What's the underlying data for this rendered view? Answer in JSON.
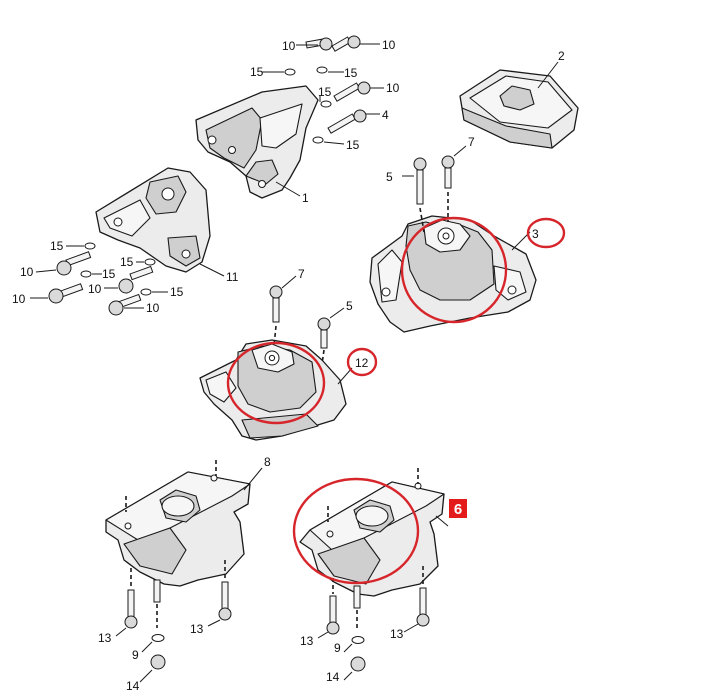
{
  "callouts": {
    "c1": "1",
    "c2": "2",
    "c3": "3",
    "c4": "4",
    "c5a": "5",
    "c5b": "5",
    "c6": "6",
    "c7a": "7",
    "c7b": "7",
    "c8": "8",
    "c9a": "9",
    "c9b": "9",
    "c10a": "10",
    "c10b": "10",
    "c10c": "10",
    "c10d": "10",
    "c10e": "10",
    "c10f": "10",
    "c10g": "10",
    "c11": "11",
    "c12": "12",
    "c13a": "13",
    "c13b": "13",
    "c13c": "13",
    "c13d": "13",
    "c14a": "14",
    "c14b": "14",
    "c15a": "15",
    "c15b": "15",
    "c15c": "15",
    "c15d": "15",
    "c15e": "15",
    "c15f": "15",
    "c15g": "15",
    "c15h": "15"
  },
  "colors": {
    "highlight_ring": "#d7262b",
    "badge_fill": "#e41b1b",
    "line": "#1a1a1a"
  }
}
